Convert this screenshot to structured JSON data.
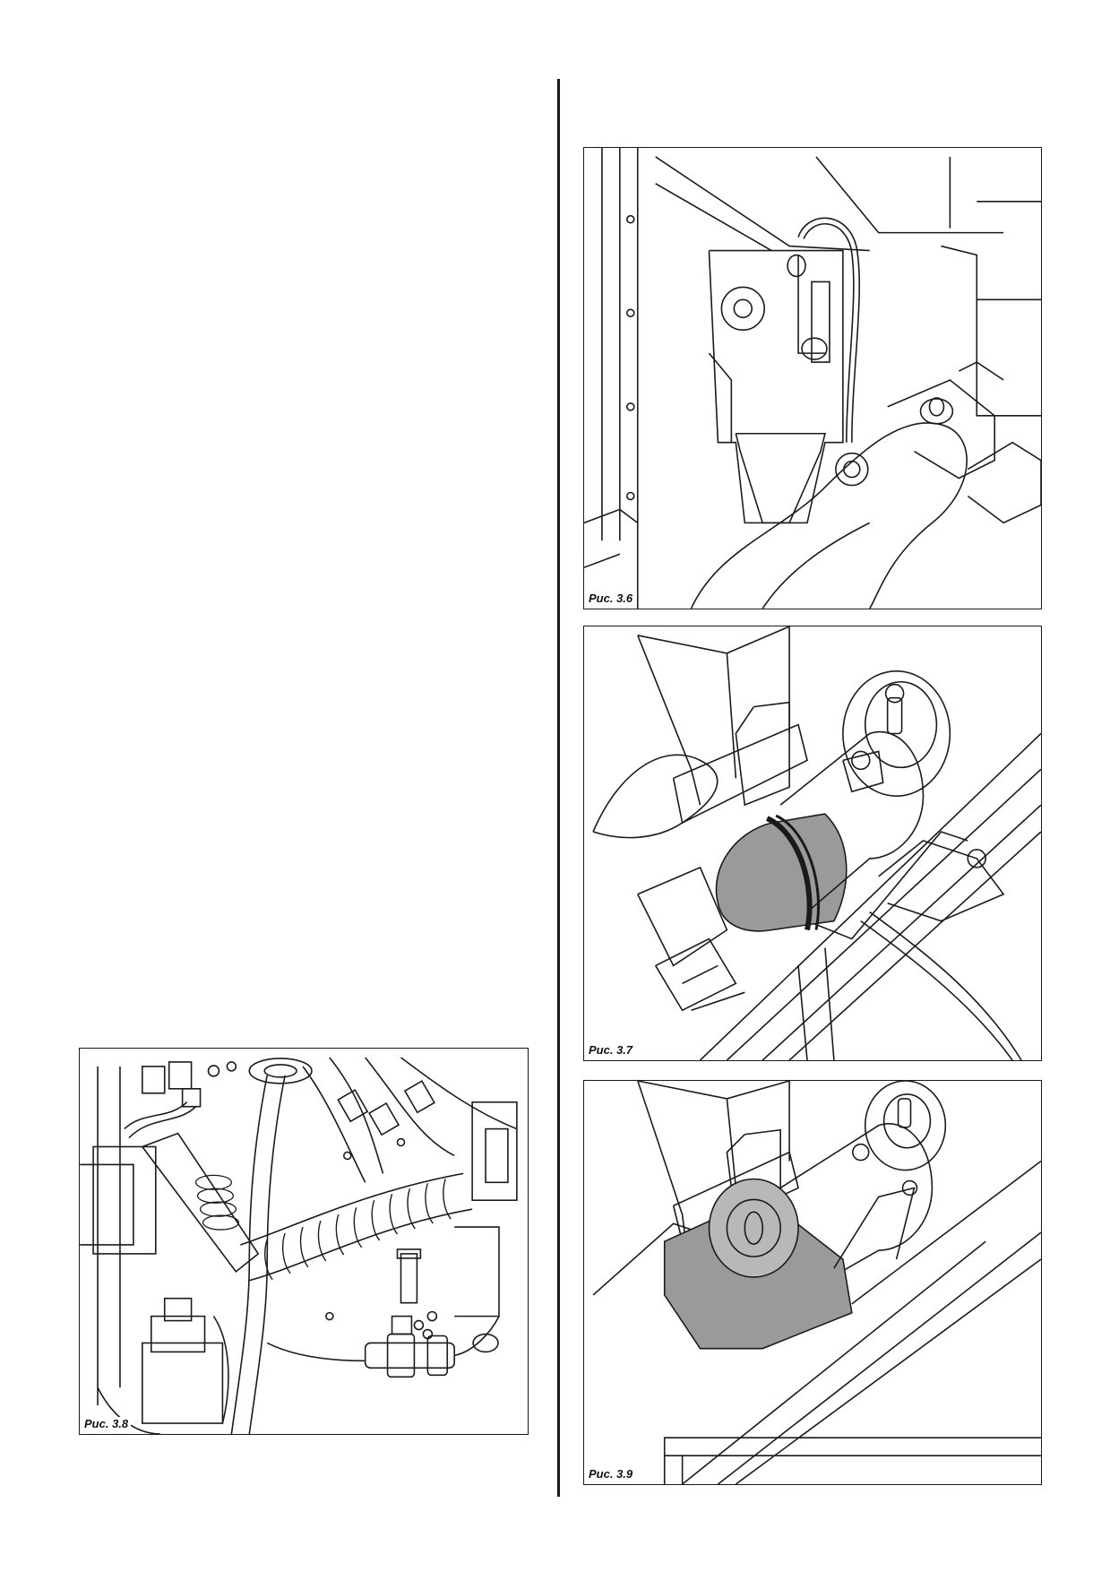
{
  "figures": {
    "fig36": {
      "caption": "Рис. 3.6"
    },
    "fig37": {
      "caption": "Рис. 3.7"
    },
    "fig38": {
      "caption": "Рис. 3.8"
    },
    "fig39": {
      "caption": "Рис. 3.9"
    }
  },
  "colors": {
    "line": "#1a1a1a",
    "shade": "#9a9a9a",
    "paper": "#ffffff"
  }
}
